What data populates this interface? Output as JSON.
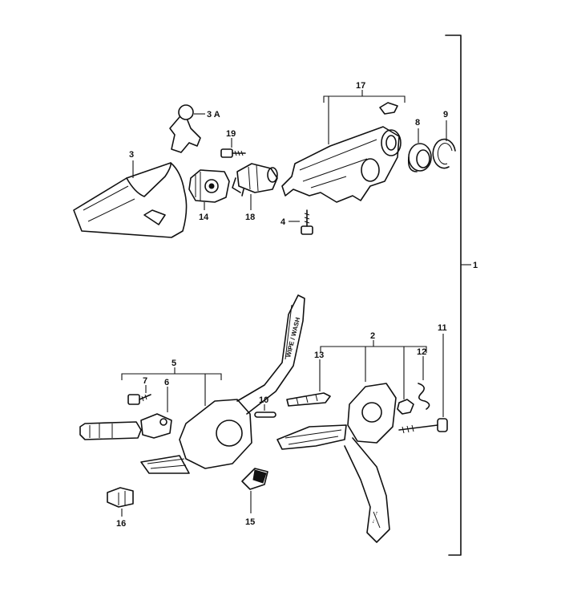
{
  "labels": {
    "l1": "1",
    "l2": "2",
    "l3": "3",
    "l3a": "3 A",
    "l4": "4",
    "l5": "5",
    "l6": "6",
    "l7": "7",
    "l8": "8",
    "l9": "9",
    "l10": "10",
    "l11": "11",
    "l12": "12",
    "l13": "13",
    "l14": "14",
    "l15": "15",
    "l16": "16",
    "l17": "17",
    "l18": "18",
    "l19": "19"
  },
  "stalk_text": {
    "wiper": "WIPE / WASH",
    "turn": "← →"
  }
}
